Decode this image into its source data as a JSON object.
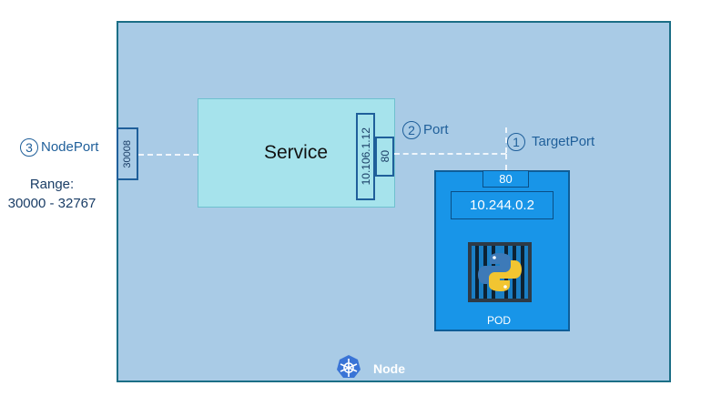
{
  "node": {
    "label": "Node",
    "icon": "kubernetes-wheel-icon"
  },
  "service": {
    "label": "Service",
    "cluster_ip": "10.106.1.12",
    "port": "80"
  },
  "node_port": {
    "value": "30008",
    "number": "3",
    "label": "NodePort",
    "range_title": "Range:",
    "range_value": "30000 - 32767"
  },
  "port_callout": {
    "number": "2",
    "label": "Port"
  },
  "target_port_callout": {
    "number": "1",
    "label": "TargetPort"
  },
  "pod": {
    "label": "POD",
    "port": "80",
    "ip": "10.244.0.2",
    "icon": "python-icon"
  },
  "colors": {
    "node_bg": "#a9cbe6",
    "node_border": "#1b6e86",
    "service_bg": "#a6e3ec",
    "pod_bg": "#1895e8",
    "accent": "#1f5f9a"
  }
}
